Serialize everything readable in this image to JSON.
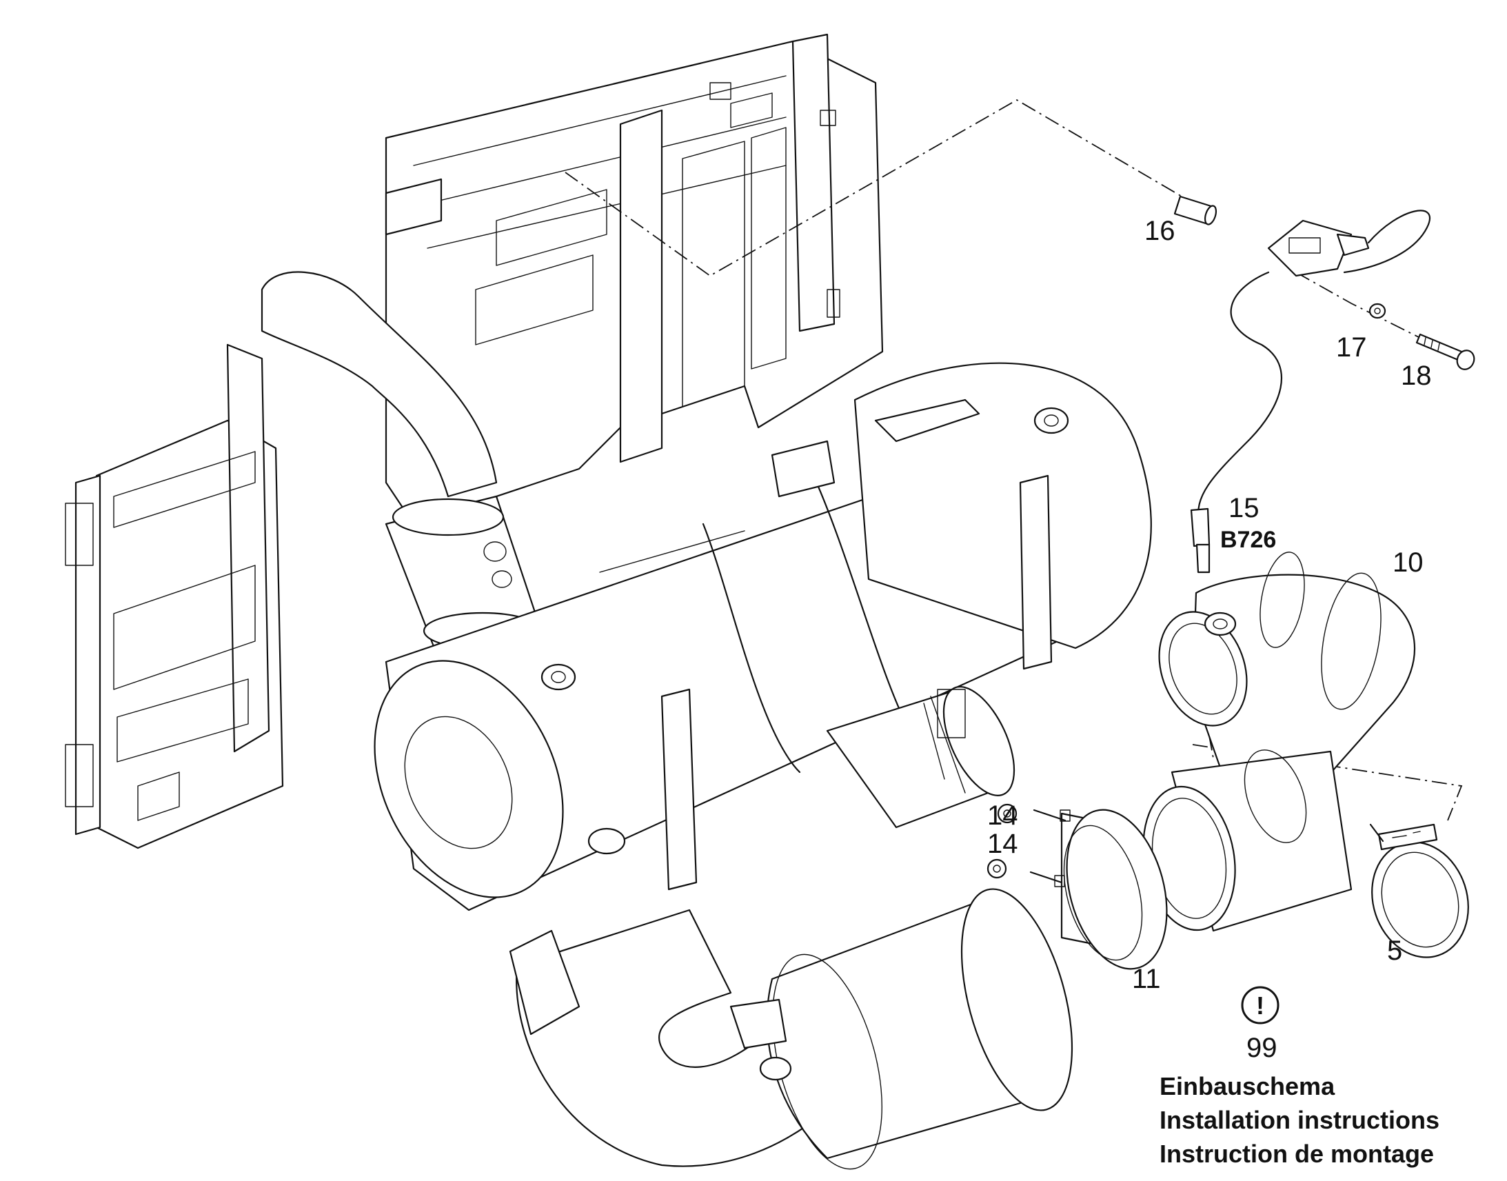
{
  "callouts": {
    "c16": "16",
    "c17": "17",
    "c18": "18",
    "c15": "15",
    "sensor_code": "B726",
    "c10": "10",
    "c14a": "14",
    "c14b": "14",
    "c11": "11",
    "c5": "5"
  },
  "note": {
    "symbol": "!",
    "number": "99",
    "lines": [
      "Einbauschema",
      "Installation instructions",
      "Instruction de montage"
    ]
  },
  "icons": {
    "note_symbol": "exclamation-circle-icon"
  },
  "colors": {
    "line": "#111111",
    "background": "#ffffff"
  }
}
